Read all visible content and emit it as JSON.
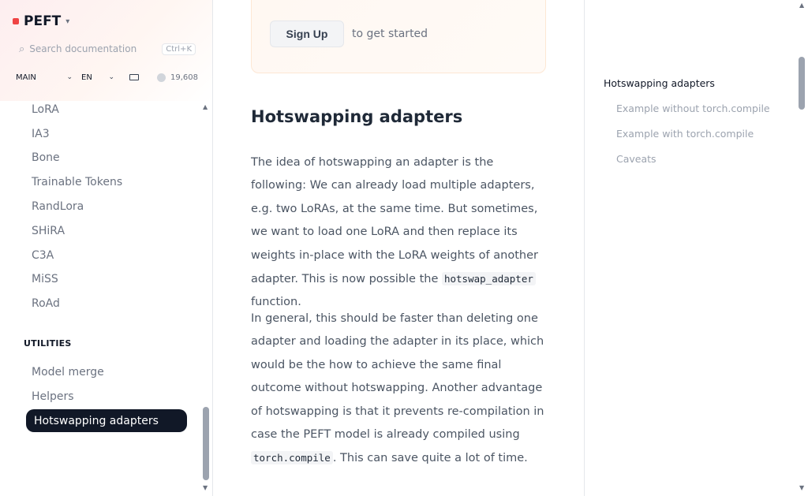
{
  "sidebar": {
    "brand": "PEFT",
    "search": {
      "placeholder": "Search documentation",
      "shortcut": "Ctrl+K"
    },
    "version": "MAIN",
    "language": "EN",
    "github_stars": "19,608",
    "nav_items": [
      {
        "label": "LoRA",
        "active": false
      },
      {
        "label": "IA3",
        "active": false
      },
      {
        "label": "Bone",
        "active": false
      },
      {
        "label": "Trainable Tokens",
        "active": false
      },
      {
        "label": "RandLora",
        "active": false
      },
      {
        "label": "SHiRA",
        "active": false
      },
      {
        "label": "C3A",
        "active": false
      },
      {
        "label": "MiSS",
        "active": false
      },
      {
        "label": "RoAd",
        "active": false
      }
    ],
    "utilities_header": "UTILITIES",
    "utility_items": [
      {
        "label": "Model merge",
        "active": false
      },
      {
        "label": "Helpers",
        "active": false
      },
      {
        "label": "Hotswapping adapters",
        "active": true
      }
    ]
  },
  "main": {
    "signup_label": "Sign Up",
    "cta_suffix": "to get started",
    "title": "Hotswapping adapters",
    "para1_before": "The idea of hotswapping an adapter is the following: We can already load multiple adapters, e.g. two LoRAs, at the same time. But sometimes, we want to load one LoRA and then replace its weights in-place with the LoRA weights of another adapter. This is now possible the ",
    "para1_code": "hotswap_adapter",
    "para1_after": " function.",
    "para2_before": "In general, this should be faster than deleting one adapter and loading the adapter in its place, which would be the how to achieve the same final outcome without hotswapping. Another advantage of hotswapping is that it prevents re-compilation in case the PEFT model is already compiled using ",
    "para2_code": "torch.compile",
    "para2_after": ". This can save quite a lot of time."
  },
  "toc": {
    "items": [
      {
        "label": "Hotswapping adapters"
      },
      {
        "label": "Example without torch.compile"
      },
      {
        "label": "Example with torch.compile"
      },
      {
        "label": "Caveats"
      }
    ]
  },
  "icons": {
    "search": "search-icon",
    "chevron": "chevron-down-icon",
    "theme": "theme-toggle-icon",
    "github": "github-icon"
  },
  "colors": {
    "active_bg": "#111827",
    "accent": "#ef4444"
  }
}
